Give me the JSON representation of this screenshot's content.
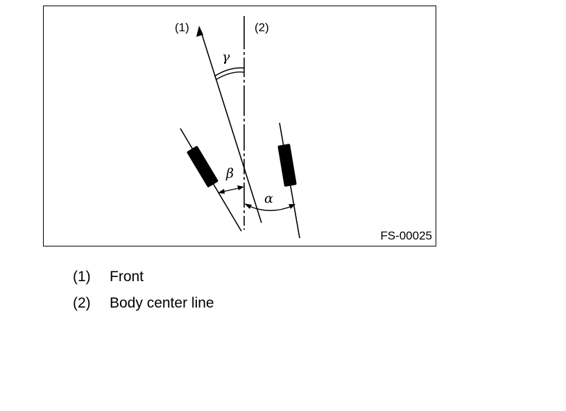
{
  "figure": {
    "label_front": "(1)",
    "label_center": "(2)",
    "gamma": "γ",
    "beta": "β",
    "alpha": "α",
    "code": "FS-00025"
  },
  "legend": [
    {
      "num": "(1)",
      "text": "Front"
    },
    {
      "num": "(2)",
      "text": "Body center line"
    }
  ]
}
